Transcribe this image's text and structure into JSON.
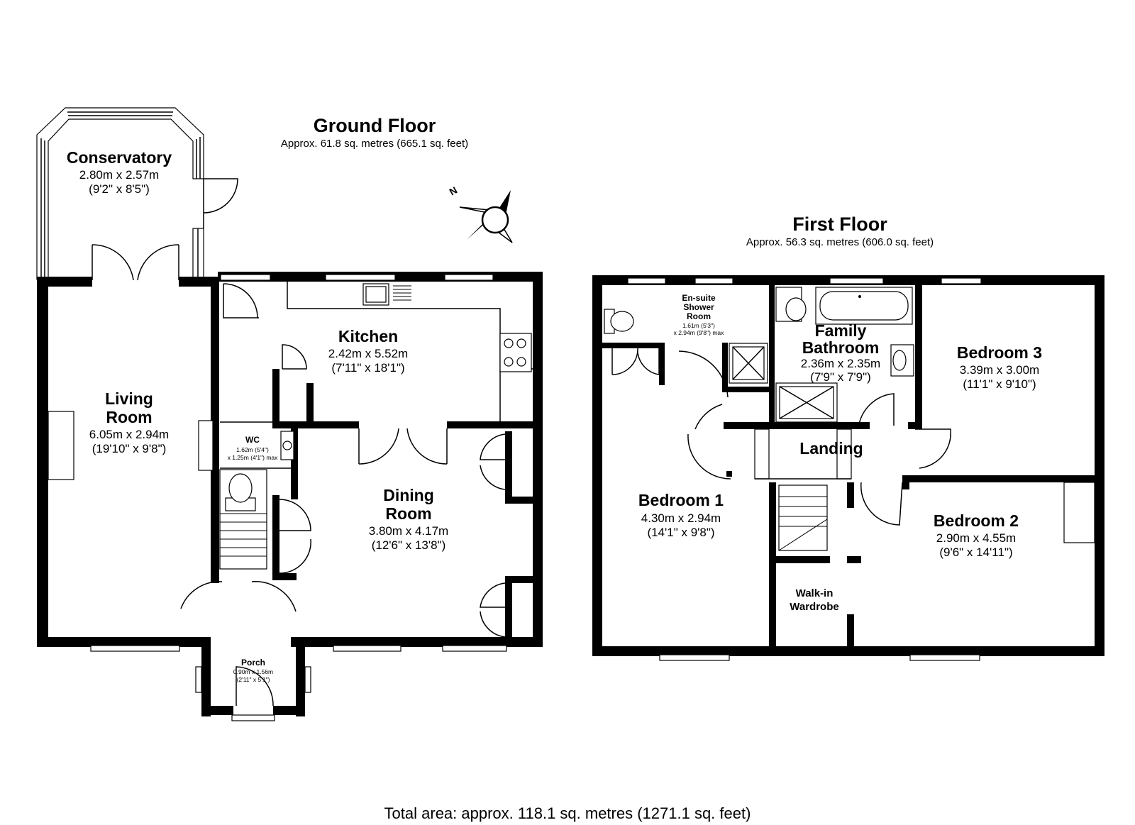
{
  "ground_floor": {
    "title": "Ground Floor",
    "area": "Approx. 61.8 sq. metres (665.1 sq. feet)",
    "rooms": {
      "conservatory": {
        "name": "Conservatory",
        "metric": "2.80m x 2.57m",
        "imperial": "(9'2\" x 8'5\")"
      },
      "living_room": {
        "name_line1": "Living",
        "name_line2": "Room",
        "metric": "6.05m x 2.94m",
        "imperial": "(19'10\" x 9'8\")"
      },
      "kitchen": {
        "name": "Kitchen",
        "metric": "2.42m x 5.52m",
        "imperial": "(7'11\" x 18'1\")"
      },
      "dining_room": {
        "name_line1": "Dining",
        "name_line2": "Room",
        "metric": "3.80m x 4.17m",
        "imperial": "(12'6\" x 13'8\")"
      },
      "wc": {
        "name": "WC",
        "metric": "1.62m (5'4\")",
        "imperial": "x 1.25m (4'1\") max"
      },
      "porch": {
        "name": "Porch",
        "metric": "0.90m x 1.56m",
        "imperial": "(2'11\" x 5'1\")"
      }
    }
  },
  "first_floor": {
    "title": "First Floor",
    "area": "Approx. 56.3 sq. metres (606.0 sq. feet)",
    "rooms": {
      "ensuite": {
        "name_line1": "En-suite",
        "name_line2": "Shower",
        "name_line3": "Room",
        "metric": "1.61m (5'3\")",
        "imperial": "x 2.94m (9'8\") max"
      },
      "family_bathroom": {
        "name_line1": "Family",
        "name_line2": "Bathroom",
        "metric": "2.36m x 2.35m",
        "imperial": "(7'9\" x 7'9\")"
      },
      "bedroom3": {
        "name": "Bedroom 3",
        "metric": "3.39m x 3.00m",
        "imperial": "(11'1\" x 9'10\")"
      },
      "landing": {
        "name": "Landing"
      },
      "bedroom1": {
        "name": "Bedroom 1",
        "metric": "4.30m x 2.94m",
        "imperial": "(14'1\" x 9'8\")"
      },
      "bedroom2": {
        "name": "Bedroom 2",
        "metric": "2.90m x 4.55m",
        "imperial": "(9'6\" x 14'11\")"
      },
      "walkin": {
        "name_line1": "Walk-in",
        "name_line2": "Wardrobe"
      }
    }
  },
  "compass": {
    "label": "N"
  },
  "total_area": "Total area: approx. 118.1 sq. metres (1271.1 sq. feet)"
}
